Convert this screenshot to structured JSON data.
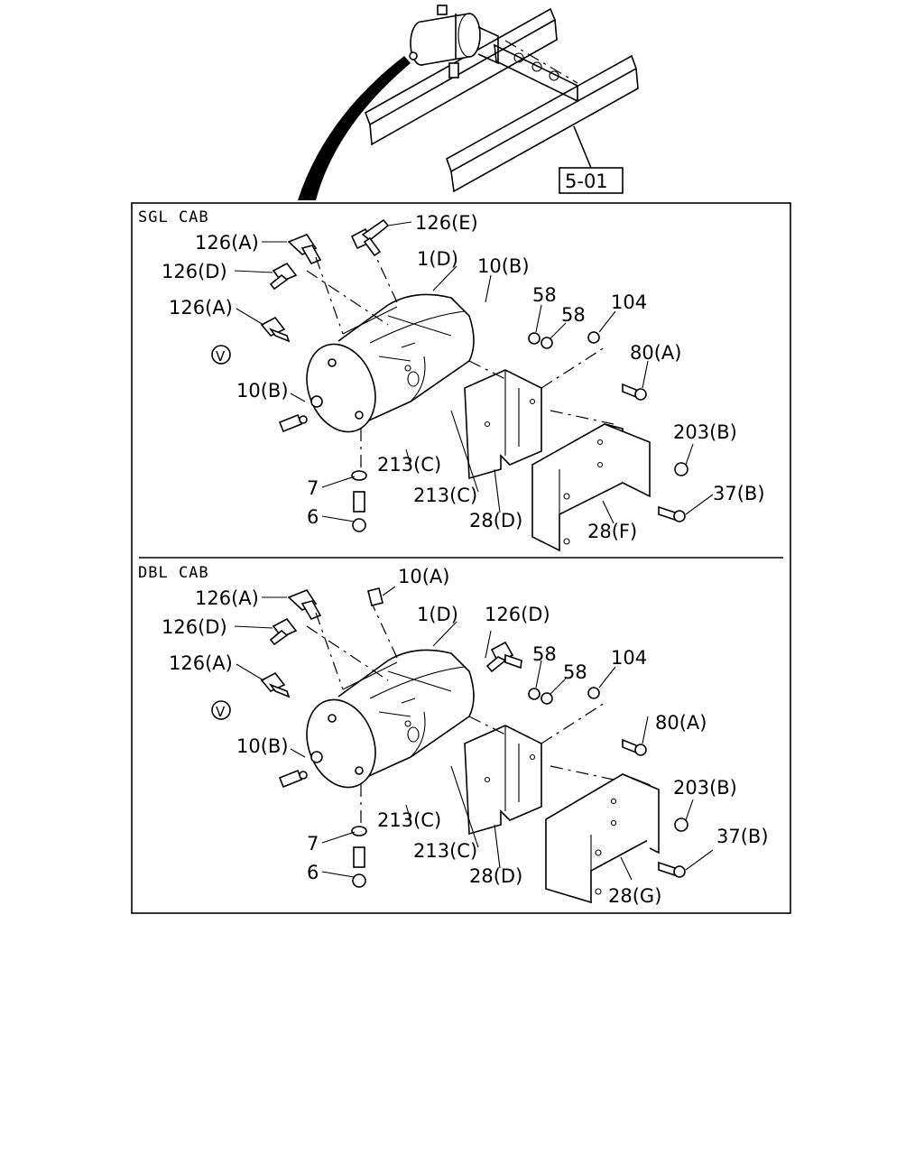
{
  "reference_box": "5-01",
  "sections": [
    {
      "header": "SGL CAB",
      "labels": [
        "126(E)",
        "126(A)",
        "126(D)",
        "1(D)",
        "10(B)",
        "58",
        "58",
        "104",
        "126(A)",
        "80(A)",
        "V",
        "10(B)",
        "203(B)",
        "213(C)",
        "7",
        "213(C)",
        "37(B)",
        "6",
        "28(D)",
        "28(F)"
      ]
    },
    {
      "header": "DBL CAB",
      "labels": [
        "10(A)",
        "126(A)",
        "126(D)",
        "1(D)",
        "126(D)",
        "58",
        "58",
        "104",
        "126(A)",
        "80(A)",
        "V",
        "10(B)",
        "203(B)",
        "213(C)",
        "7",
        "37(B)",
        "213(C)",
        "6",
        "28(D)",
        "28(G)"
      ]
    }
  ]
}
